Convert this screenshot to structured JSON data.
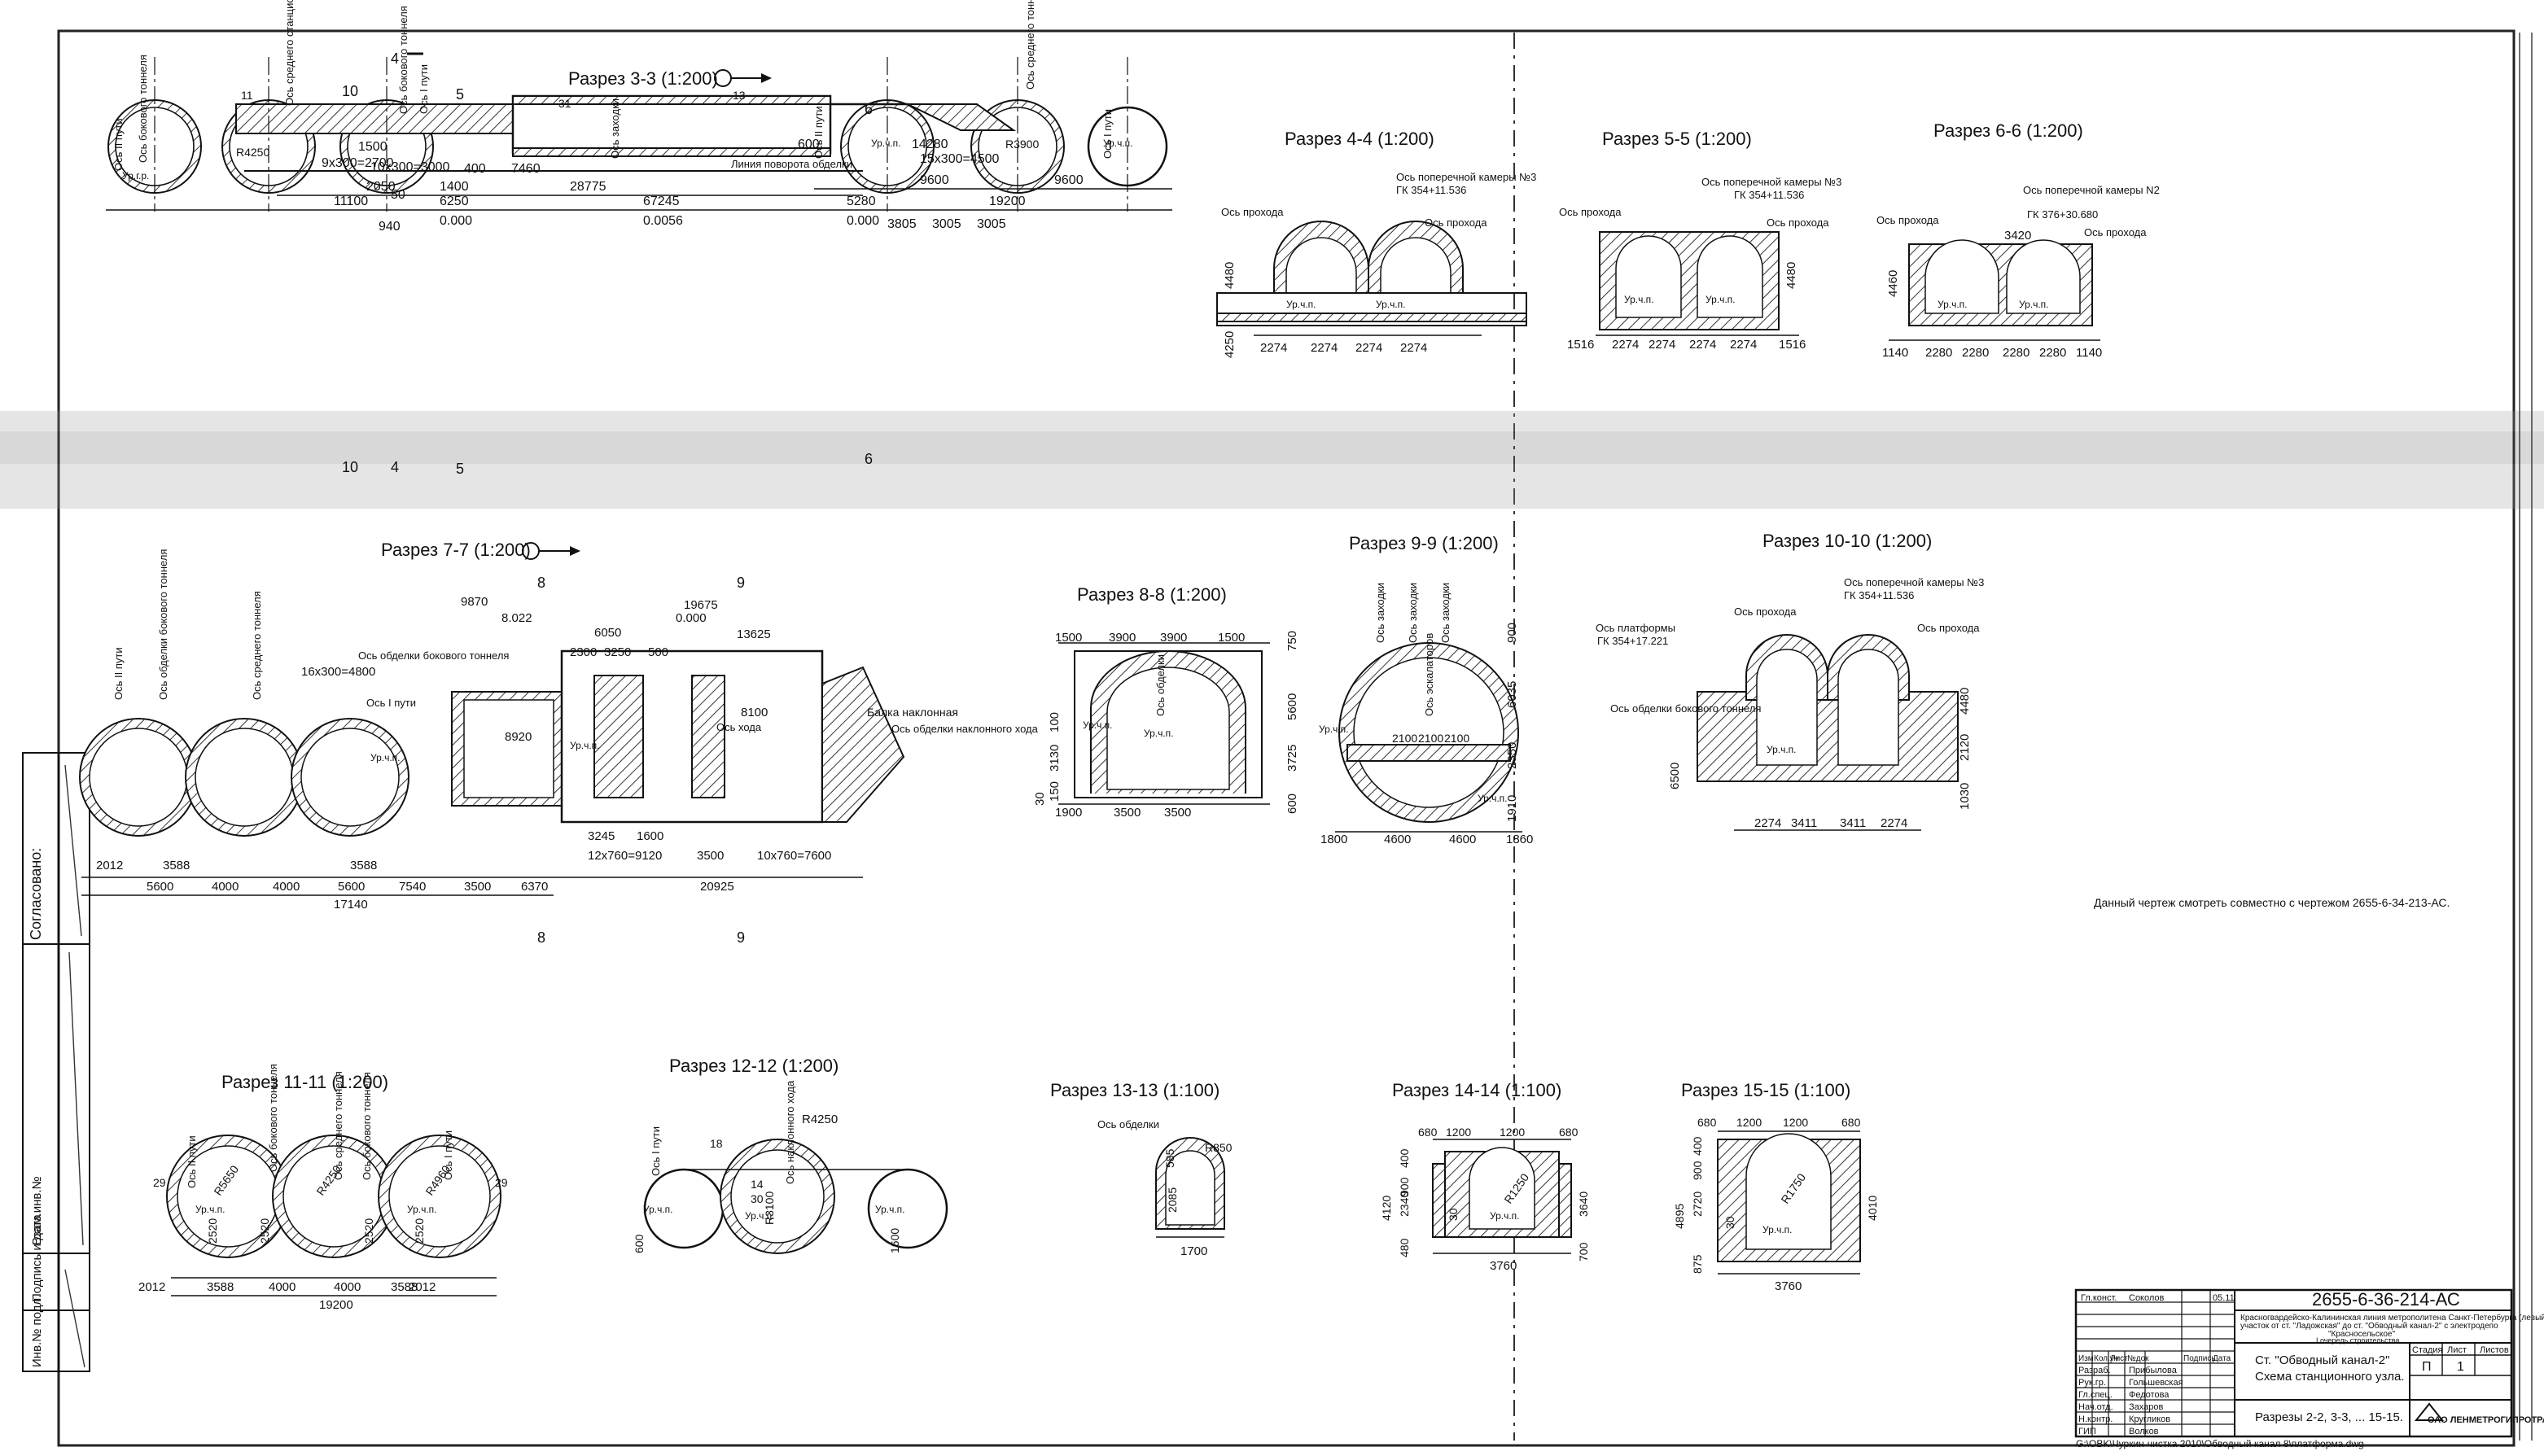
{
  "drawing": {
    "code": "2655-6-36-214-АС",
    "note": "Данный чертеж смотреть совместно с чертежом 2655-6-34-213-АС.",
    "project_line1": "Красногвардейско-Калининская линия метрополитена Санкт-Петербурга (левый)",
    "project_line2": "участок от ст. \"Ладожская\" до ст. \"Обводный канал-2\" с электродепо",
    "project_line3": "\"Красносельское\"",
    "project_line4": "I очередь строительства",
    "station": "Ст. \"Обводный канал-2\"",
    "scheme": "Схема станционного узла.",
    "sheet_title": "Разрезы 2-2, 3-3, ... 15-15.",
    "stage_head": "Стадия",
    "sheet_head": "Лист",
    "sheets_head": "Листов",
    "stage": "П",
    "sheet": "1",
    "company": "ОАО ЛЕНМЕТРОГИПРОТРАНС",
    "file_path": "G:\\OBK\\Чуркин-чистка 2010\\Обводный канал 8\\платформа.dwg"
  },
  "signatures": {
    "headers": [
      "Изм",
      "Кол.уч",
      "Лист",
      "№док",
      "Подпись",
      "Дата"
    ],
    "rows": [
      {
        "role": "Разраб.",
        "name": "Прибылова"
      },
      {
        "role": "Рук.гр.",
        "name": "Гольшевская"
      },
      {
        "role": "Гл.спец.",
        "name": "Федотова"
      },
      {
        "role": "Нач.отд.",
        "name": "Захаров"
      },
      {
        "role": "Н.контр.",
        "name": "Кругликов"
      },
      {
        "role": "ГИП",
        "name": "Волков"
      }
    ],
    "approval_role": "Гл.конст.",
    "approval_name": "Соколов",
    "approval_date": "05.11"
  },
  "left_stamp": {
    "agreed": "Согласовано:",
    "inv_original": "Инв.№ подл.",
    "sign_date": "Подпись и дата",
    "replaces": "Взам.инв.№"
  },
  "sections": [
    {
      "title": "Разрез 3-3 (1:200)"
    },
    {
      "title": "Разрез 4-4 (1:200)"
    },
    {
      "title": "Разрез 5-5 (1:200)"
    },
    {
      "title": "Разрез 6-6 (1:200)"
    },
    {
      "title": "Разрез 7-7 (1:200)"
    },
    {
      "title": "Разрез 8-8 (1:200)"
    },
    {
      "title": "Разрез 9-9 (1:200)"
    },
    {
      "title": "Разрез 10-10 (1:200)"
    },
    {
      "title": "Разрез 11-11 (1:200)"
    },
    {
      "title": "Разрез 12-12 (1:200)"
    },
    {
      "title": "Разрез 13-13 (1:100)"
    },
    {
      "title": "Разрез 14-14 (1:100)"
    },
    {
      "title": "Разрез 15-15 (1:100)"
    }
  ],
  "labels": {
    "s33_dims": [
      "11100",
      "6250",
      "67245",
      "5280",
      "19200",
      "9600",
      "9600",
      "28775",
      "7460",
      "2050",
      "1400",
      "400",
      "50",
      "600",
      "14280",
      "15х300=4500",
      "1500",
      "9х300=2700",
      "10х300=3000",
      "940",
      "3805",
      "3005",
      "3005"
    ],
    "s33_levels": [
      "0.000",
      "0.0056",
      "0.000"
    ],
    "s33_notes": [
      "Ось II пути",
      "Ось бокового тоннеля",
      "Ось среднего станционного тоннеля",
      "Ось бокового тоннеля",
      "Ось I пути",
      "Линия поворота обделки",
      "Ось заходки",
      "Ось II пути",
      "Ось среднего тоннеля",
      "Ось I пути",
      "Ур.г.р.",
      "Ур.ч.п.",
      "Ур.ч.п.",
      "R4250",
      "R3900",
      "11",
      "13",
      "31"
    ],
    "s44": {
      "top": "Ось поперечной камеры №3",
      "pk": "ГК 354+11.536",
      "pass_l": "Ось прохода",
      "pass_r": "Ось прохода",
      "dims": [
        "2274",
        "2274",
        "2274",
        "2274",
        "4480",
        "4250"
      ],
      "lv": [
        "Ур.ч.п.",
        "Ур.ч.п."
      ]
    },
    "s55": {
      "top": "Ось поперечной камеры №3",
      "pk": "ГК 354+11.536",
      "pass_l": "Ось прохода",
      "pass_r": "Ось прохода",
      "dims": [
        "1516",
        "2274",
        "2274",
        "2274",
        "2274",
        "1516",
        "4480"
      ],
      "lv": [
        "Ур.ч.п.",
        "Ур.ч.п."
      ]
    },
    "s66": {
      "top": "Ось поперечной камеры N2",
      "pk": "ГК 376+30.680",
      "pass_l": "Ось прохода",
      "pass_r": "Ось прохода",
      "dims": [
        "1140",
        "2280",
        "2280",
        "2280",
        "2280",
        "1140",
        "3420",
        "4460"
      ],
      "lv": [
        "Ур.ч.п.",
        "Ур.ч.п."
      ]
    },
    "s77": {
      "dims": [
        "2012",
        "5600",
        "4000",
        "4000",
        "5600",
        "7540",
        "3500",
        "6370",
        "20925",
        "17140",
        "3588",
        "3588",
        "9870",
        "6050",
        "2300",
        "3250",
        "500",
        "19675",
        "13625",
        "8100",
        "8920",
        "3245",
        "1600",
        "12х760=9120",
        "3500",
        "10х760=7600",
        "16х300=4800"
      ],
      "levels": [
        "8.022",
        "0.000"
      ],
      "notes": [
        "Ось II пути",
        "Ось обделки бокового тоннеля",
        "Ось среднего тоннеля",
        "Ось обделки бокового тоннеля",
        "Ось I пути",
        "Ось хода",
        "Балка наклонная",
        "Ось обделки наклонного хода",
        "Ур.ч.п.",
        "Ур.ч.п."
      ]
    },
    "s88": {
      "dims": [
        "1500",
        "3900",
        "3900",
        "1500",
        "1900",
        "3500",
        "3500",
        "600",
        "750",
        "5600",
        "3725",
        "3130",
        "150",
        "100",
        "30"
      ],
      "notes": [
        "Ось обделки",
        "Ур.ч.п.",
        "Ур.ч.п."
      ]
    },
    "s99": {
      "dims": [
        "1800",
        "4600",
        "4600",
        "1860",
        "900",
        "6035",
        "2350",
        "1910",
        "2100",
        "2100",
        "2100"
      ],
      "notes": [
        "Ось заходки",
        "Ось заходки",
        "Ось заходки",
        "Ось эскалаторов",
        "Ур.ч.п.",
        "Ур.ч.п."
      ]
    },
    "s1010": {
      "dims": [
        "2274",
        "3411",
        "3411",
        "2274",
        "4480",
        "2120",
        "1030",
        "6500"
      ],
      "notes": [
        "Ось поперечной камеры №3",
        "ГК 354+11.536",
        "Ось платформы",
        "ГК 354+17.221",
        "Ось прохода",
        "Ось прохода",
        "Ось обделки бокового тоннеля",
        "Ур.ч.п."
      ]
    },
    "s1111": {
      "dims": [
        "2012",
        "3588",
        "4000",
        "4000",
        "3588",
        "2012",
        "19200",
        "2520",
        "2520",
        "2520",
        "2520",
        "R5650",
        "R4250",
        "R4960",
        "29",
        "29"
      ],
      "notes": [
        "Ось II пути",
        "Ось бокового тоннеля",
        "Ось среднего тоннеля",
        "Ось бокового тоннеля",
        "Ось I пути",
        "Ур.ч.п.",
        "Ур.ч.п."
      ]
    },
    "s1212": {
      "dims": [
        "R4250",
        "R3100",
        "600",
        "1600",
        "18",
        "14",
        "30"
      ],
      "notes": [
        "Ось I пути",
        "Ось наклонного хода",
        "Ур.ч.п.",
        "Ур.ч.п.",
        "Ур.ч.п."
      ]
    },
    "s1313": {
      "dims": [
        "R850",
        "1700",
        "2085",
        "585"
      ],
      "notes": [
        "Ось обделки"
      ]
    },
    "s1414": {
      "dims": [
        "680",
        "1200",
        "1200",
        "680",
        "3760",
        "4120",
        "2340",
        "480",
        "400",
        "900",
        "700",
        "3640",
        "R1250",
        "30"
      ],
      "notes": [
        "Ур.ч.п."
      ]
    },
    "s1515": {
      "dims": [
        "680",
        "1200",
        "1200",
        "680",
        "3760",
        "4895",
        "2720",
        "875",
        "400",
        "900",
        "4010",
        "R1750",
        "30"
      ],
      "notes": [
        "Ур.ч.п."
      ]
    },
    "cut_marks": [
      "4",
      "4",
      "10",
      "10",
      "5",
      "5",
      "6",
      "6",
      "8",
      "8",
      "9",
      "9"
    ]
  }
}
